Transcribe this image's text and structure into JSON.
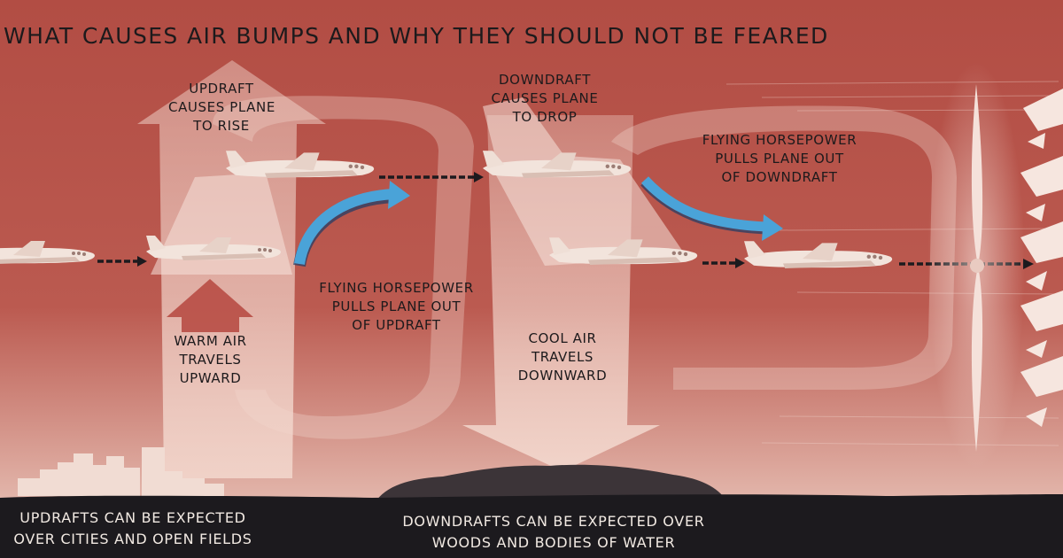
{
  "title": "WHAT CAUSES AIR BUMPS AND WHY THEY SHOULD NOT BE FEARED",
  "labels": {
    "updraft_effect": [
      "UPDRAFT",
      "CAUSES PLANE",
      "TO RISE"
    ],
    "warm_air": [
      "WARM AIR",
      "TRAVELS",
      "UPWARD"
    ],
    "horsepower_updraft": [
      "FLYING HORSEPOWER",
      "PULLS PLANE OUT",
      "OF UPDRAFT"
    ],
    "downdraft_effect": [
      "DOWNDRAFT",
      "CAUSES PLANE",
      "TO DROP"
    ],
    "cool_air": [
      "COOL AIR",
      "TRAVELS",
      "DOWNWARD"
    ],
    "horsepower_downdraft": [
      "FLYING HORSEPOWER",
      "PULLS PLANE OUT",
      "OF DOWNDRAFT"
    ]
  },
  "captions": {
    "updrafts": [
      "UPDRAFTS CAN BE EXPECTED",
      "OVER CITIES AND OPEN FIELDS"
    ],
    "downdrafts": [
      "DOWNDRAFTS CAN BE EXPECTED OVER",
      "WOODS AND BODIES OF WATER"
    ]
  },
  "colors": {
    "background": "#b8544a",
    "ground": "#1c1a1e",
    "airflow": "#f2d9cf",
    "power_arrow": "#4aa3d8",
    "flight_path": "#1c1a1e",
    "text": "#1d1a1c"
  },
  "icons": [
    "airplane-icon",
    "pegasus-icon",
    "propeller-icon",
    "city-skyline-icon",
    "treeline-icon"
  ]
}
